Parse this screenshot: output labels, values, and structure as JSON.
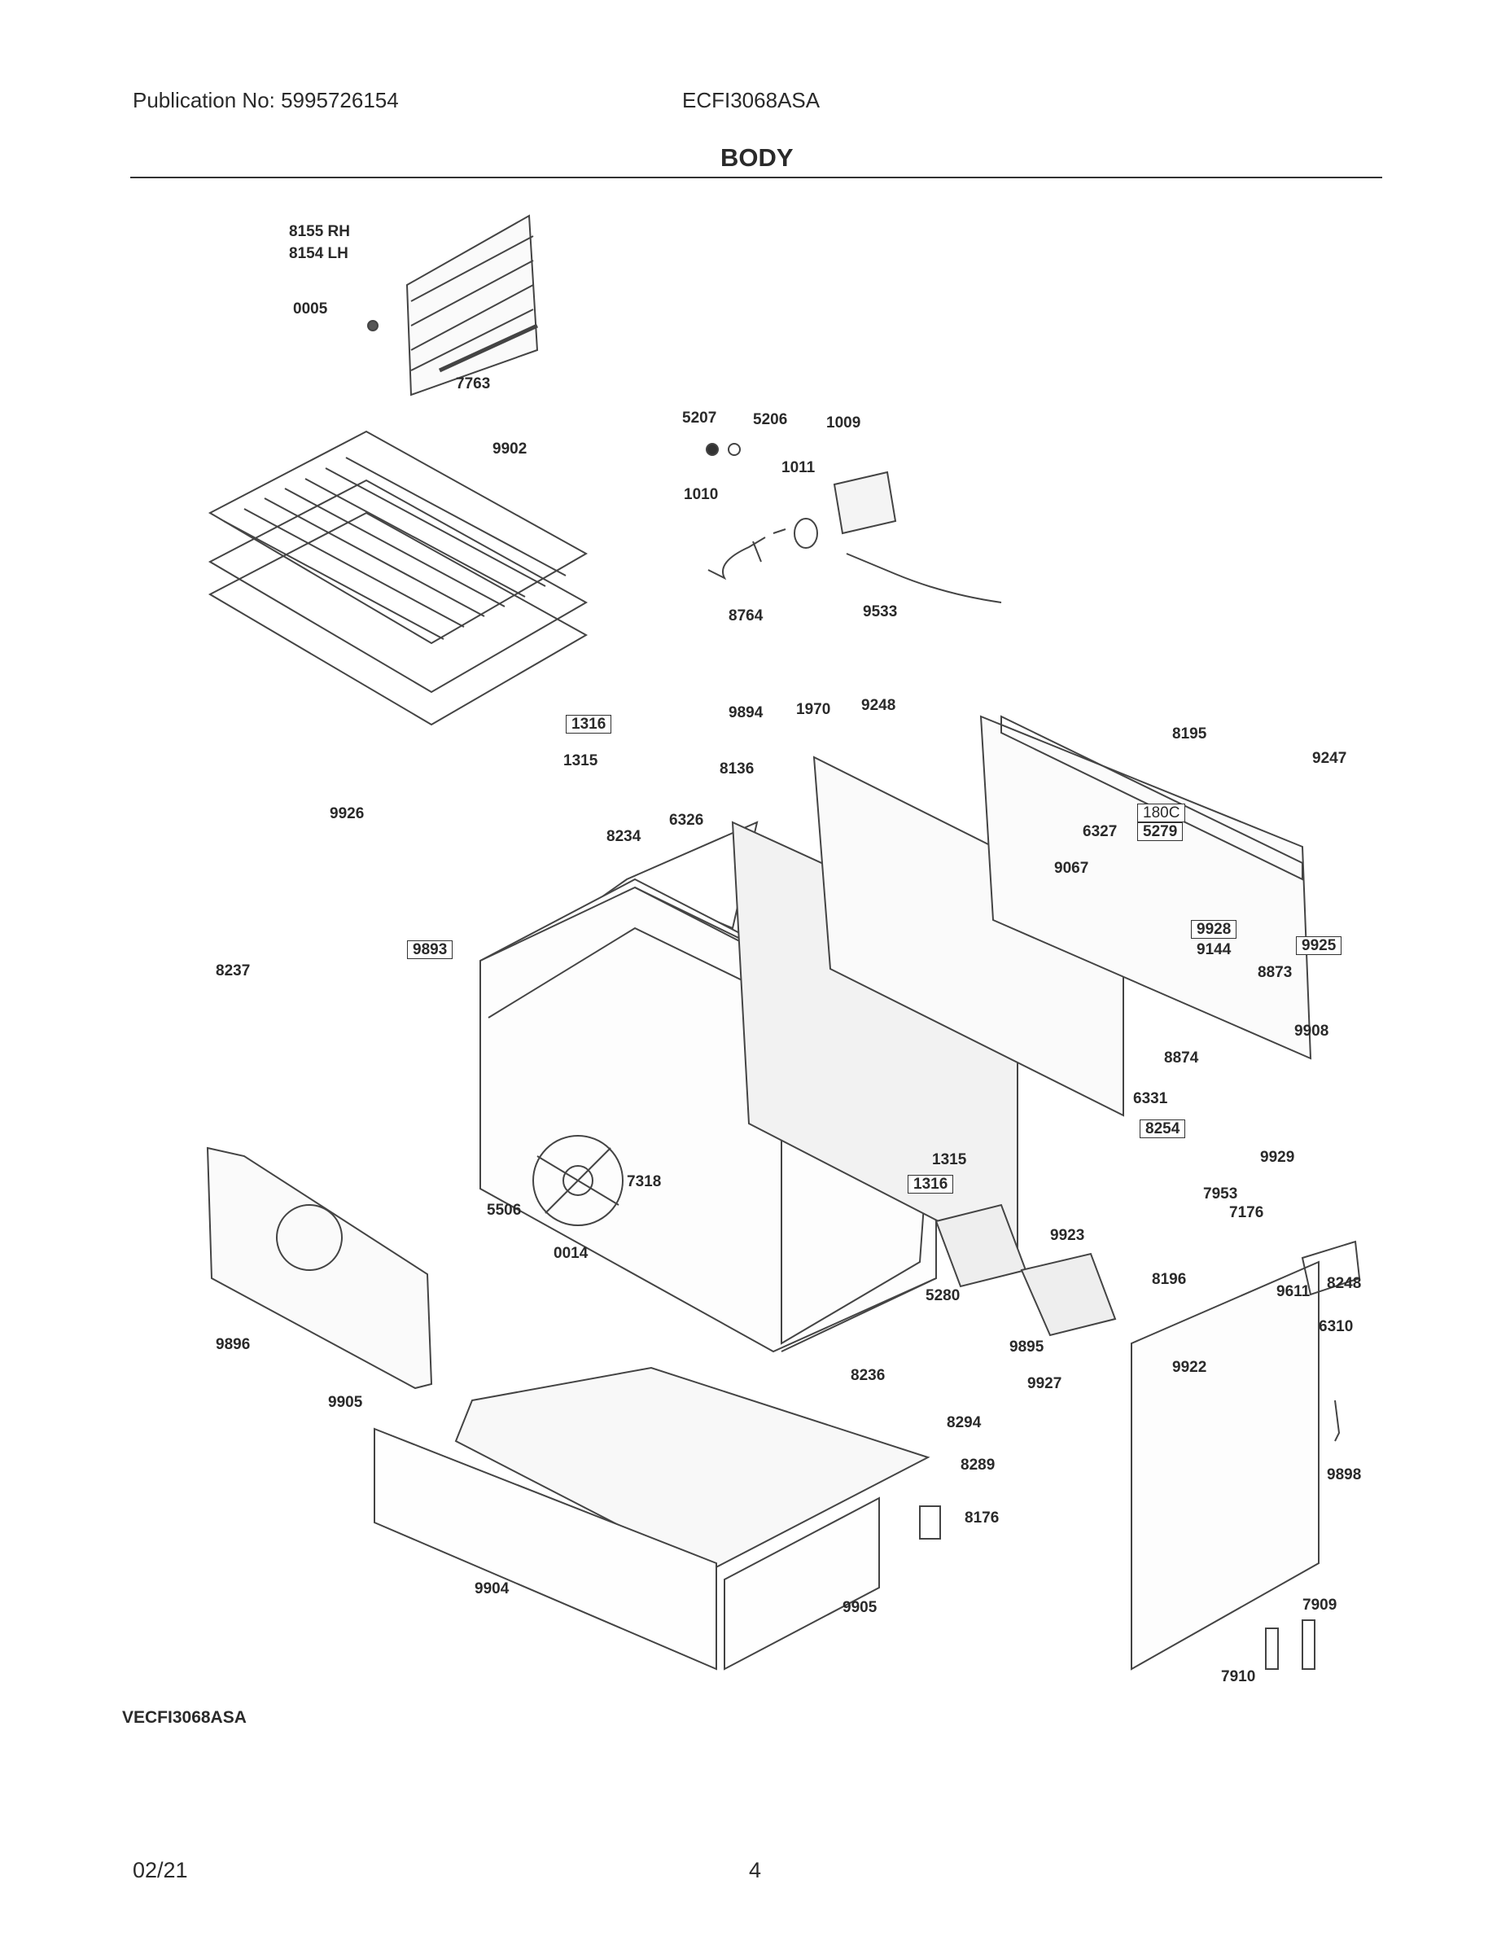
{
  "header": {
    "publication": "Publication No: 5995726154",
    "model": "ECFI3068ASA",
    "title": "BODY"
  },
  "footer": {
    "variant": "VECFI3068ASA",
    "date": "02/21",
    "page": "4"
  },
  "parts": {
    "p8155": "8155 RH",
    "p8154": "8154 LH",
    "p0005": "0005",
    "p7763": "7763",
    "p9902": "9902",
    "p5207": "5207",
    "p5206": "5206",
    "p1009": "1009",
    "p1011": "1011",
    "p1010": "1010",
    "p8764": "8764",
    "p9533": "9533",
    "p9894": "9894",
    "p1970": "1970",
    "p9248": "9248",
    "p8195": "8195",
    "p9247": "9247",
    "p1316a": "1316",
    "p1315a": "1315",
    "p8136": "8136",
    "p9926": "9926",
    "p6326": "6326",
    "p8234": "8234",
    "p180c": "180C",
    "p6327": "6327",
    "p5279": "5279",
    "p9067": "9067",
    "p9893": "9893",
    "p9928": "9928",
    "p9144": "9144",
    "p9925": "9925",
    "p8237": "8237",
    "p8873": "8873",
    "p9908": "9908",
    "p8874": "8874",
    "p6331": "6331",
    "p8254": "8254",
    "p9929": "9929",
    "p1315b": "1315",
    "p1316b": "1316",
    "p7318": "7318",
    "p5506": "5506",
    "p7953": "7953",
    "p7176": "7176",
    "p9923": "9923",
    "p0014": "0014",
    "p8248": "8248",
    "p8196": "8196",
    "p5280": "5280",
    "p9611": "9611",
    "p6310": "6310",
    "p9896": "9896",
    "p9895": "9895",
    "p9922": "9922",
    "p9927": "9927",
    "p8236": "8236",
    "p9905a": "9905",
    "p8294": "8294",
    "p9898": "9898",
    "p8289": "8289",
    "p8176": "8176",
    "p9904": "9904",
    "p9905b": "9905",
    "p7909": "7909",
    "p7910": "7910"
  }
}
